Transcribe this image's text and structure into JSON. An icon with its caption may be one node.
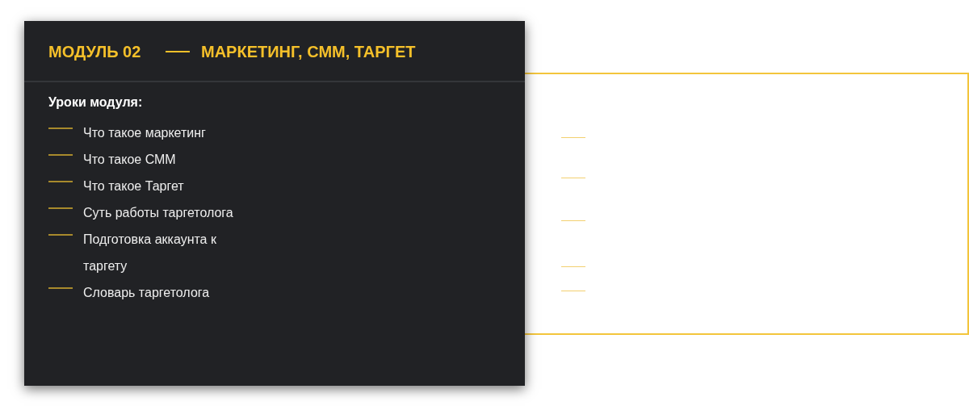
{
  "diagram": {
    "nodes": [
      {
        "text": [
          "МОДУЛЬ 02",
          "МАРКЕТИНГ, СММ, ТАРГЕТ",
          "Уроки модуля:"
        ]
      },
      {
        "text": [],
        "shape": "box"
      }
    ],
    "labels": [
      "Что такое маркетинг",
      "Что такое  СММ",
      "Что такое Таргет",
      "Суть работы таргетолога",
      "Подготовка аккаунта к таргету",
      "Словарь таргетолога"
    ]
  }
}
